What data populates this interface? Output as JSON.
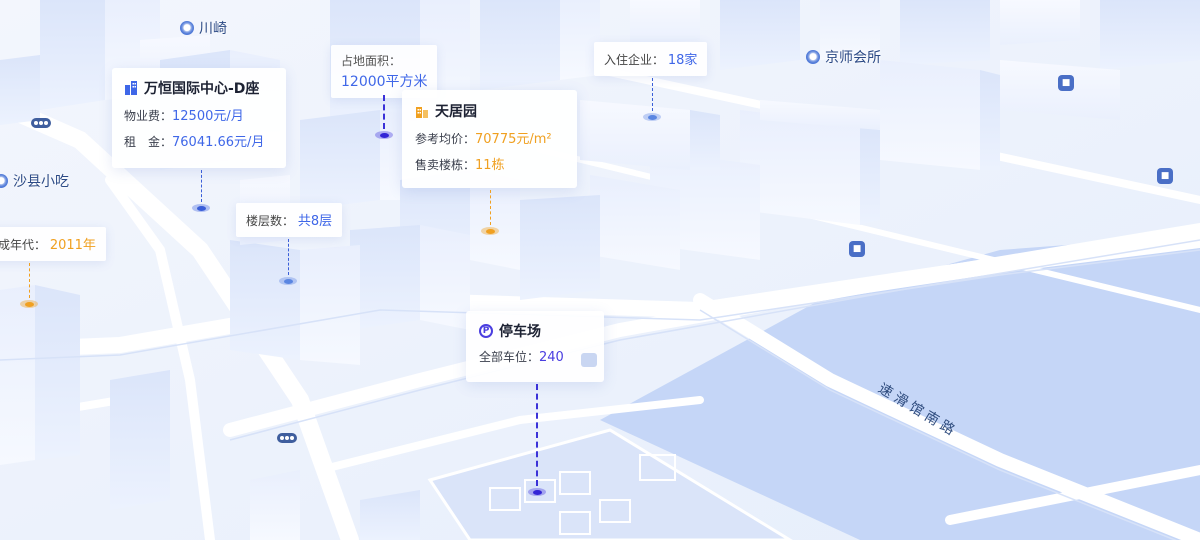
{
  "poi": {
    "chuanqi": "川崎",
    "jingshi": "京师会所",
    "shaxian": "沙县小吃"
  },
  "road": {
    "name": "速滑馆南路"
  },
  "cards": {
    "wanheng": {
      "title": "万恒国际中心-D座",
      "fee_label": "物业费：",
      "fee_value": "12500元/月",
      "rent_label": "租　金：",
      "rent_value": "76041.66元/月"
    },
    "tianju": {
      "title": "天居园",
      "price_label": "参考均价：",
      "price_value": "70775元/m²",
      "sale_label": "售卖楼栋：",
      "sale_value": "11栋"
    },
    "parking": {
      "title": "停车场",
      "spaces_label": "全部车位：",
      "spaces_value": "240"
    }
  },
  "tags": {
    "area_label": "占地面积：",
    "area_value": "12000平方米",
    "companies_label": "入住企业：",
    "companies_value": "18家",
    "floors_label": "楼层数：",
    "floors_value": "共8层",
    "year_label": "成年代：",
    "year_value": "2011年"
  },
  "icons": {
    "poi_pin": "location-pin-icon",
    "bus": "bus-stop-icon",
    "building": "building-icon",
    "parking": "parking-icon",
    "signal": "traffic-signal-icon",
    "chat": "chat-icon"
  },
  "colors": {
    "blue": "#3f67e8",
    "orange": "#f0a020",
    "indigo": "#4a3ee0",
    "water": "#c4d4f6",
    "road": "#ffffff"
  }
}
